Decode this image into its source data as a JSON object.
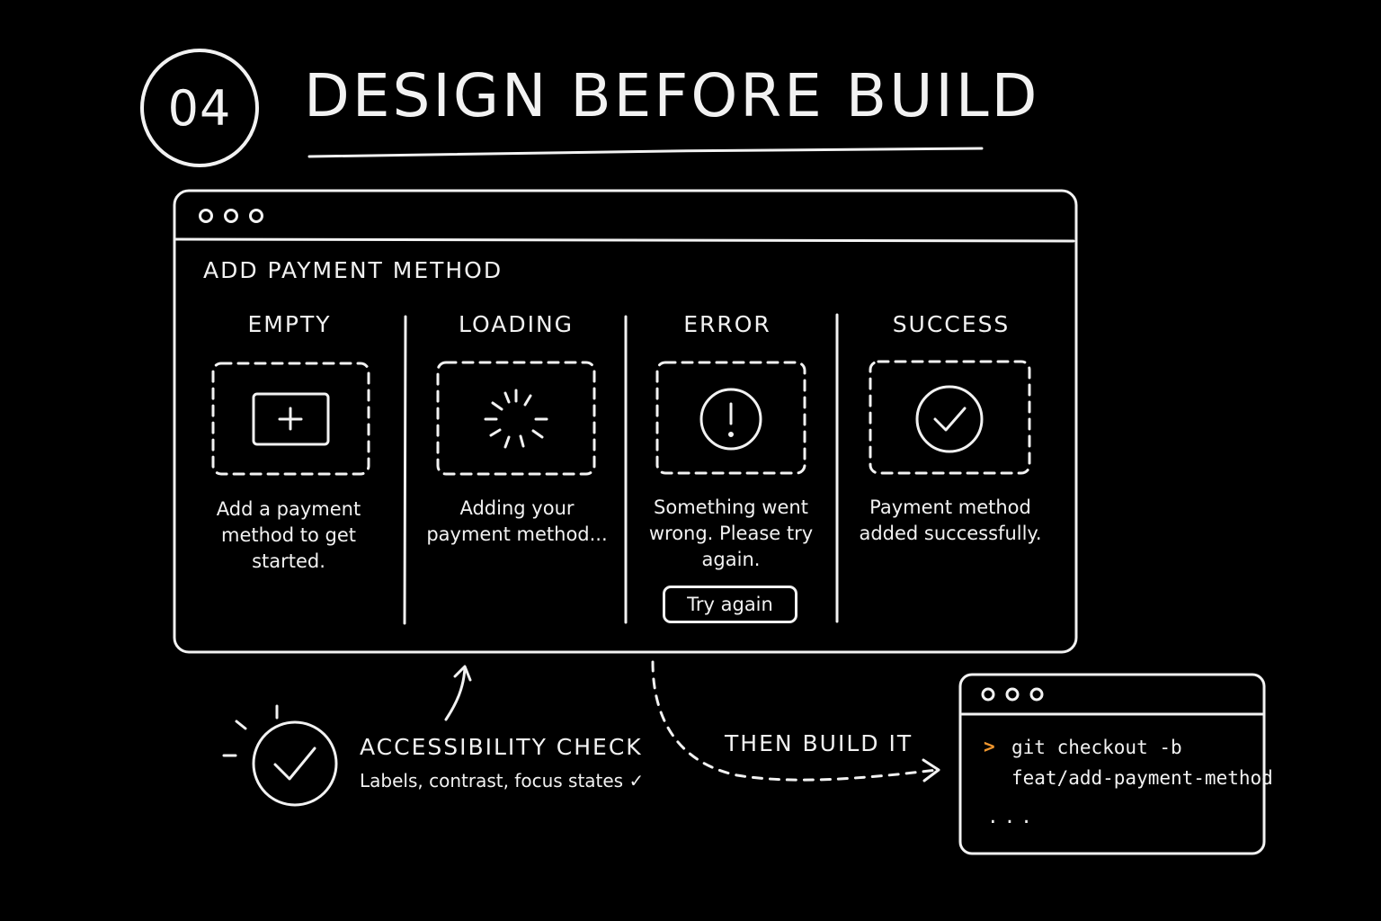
{
  "badge": {
    "number": "04"
  },
  "title": "DESIGN BEFORE BUILD",
  "window": {
    "section_title": "ADD PAYMENT METHOD",
    "states": [
      {
        "heading": "EMPTY",
        "icon": "add-card-icon",
        "description": "Add a payment method to get started."
      },
      {
        "heading": "LOADING",
        "icon": "spinner-icon",
        "description": "Adding your payment method..."
      },
      {
        "heading": "ERROR",
        "icon": "alert-circle-icon",
        "description": "Something went wrong. Please try again.",
        "button_label": "Try again"
      },
      {
        "heading": "SUCCESS",
        "icon": "check-circle-icon",
        "description": "Payment method added successfully."
      }
    ]
  },
  "accessibility": {
    "title": "ACCESSIBILITY CHECK",
    "description": "Labels, contrast, focus states ✓"
  },
  "flow_label": "THEN BUILD IT",
  "terminal": {
    "prompt": ">",
    "command_line1": "git checkout -b",
    "command_line2": "feat/add-payment-method",
    "continuation": "..."
  },
  "colors": {
    "background": "#000000",
    "foreground": "#f2f2f2",
    "prompt_accent": "#f0962e"
  }
}
